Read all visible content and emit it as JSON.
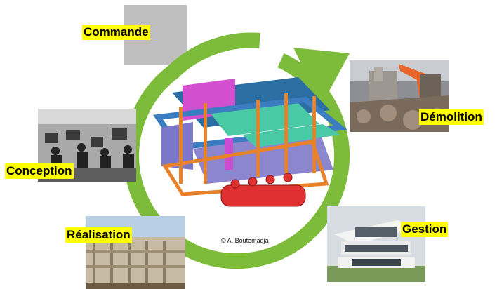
{
  "stages": {
    "commande": {
      "label": "Commande",
      "image": "grey-placeholder"
    },
    "demolition": {
      "label": "Démolition",
      "image": "demolition-photo"
    },
    "conception": {
      "label": "Conception",
      "image": "office-photo"
    },
    "realisation": {
      "label": "Réalisation",
      "image": "construction-site-photo"
    },
    "gestion": {
      "label": "Gestion",
      "image": "modern-building-photo"
    }
  },
  "center": {
    "image": "bim-building-model",
    "credit": "© A. Boutemadja"
  },
  "colors": {
    "cycle_arrow": "#7dbb3a",
    "label_bg": "#ffff00",
    "placeholder": "#bfbfbf"
  }
}
